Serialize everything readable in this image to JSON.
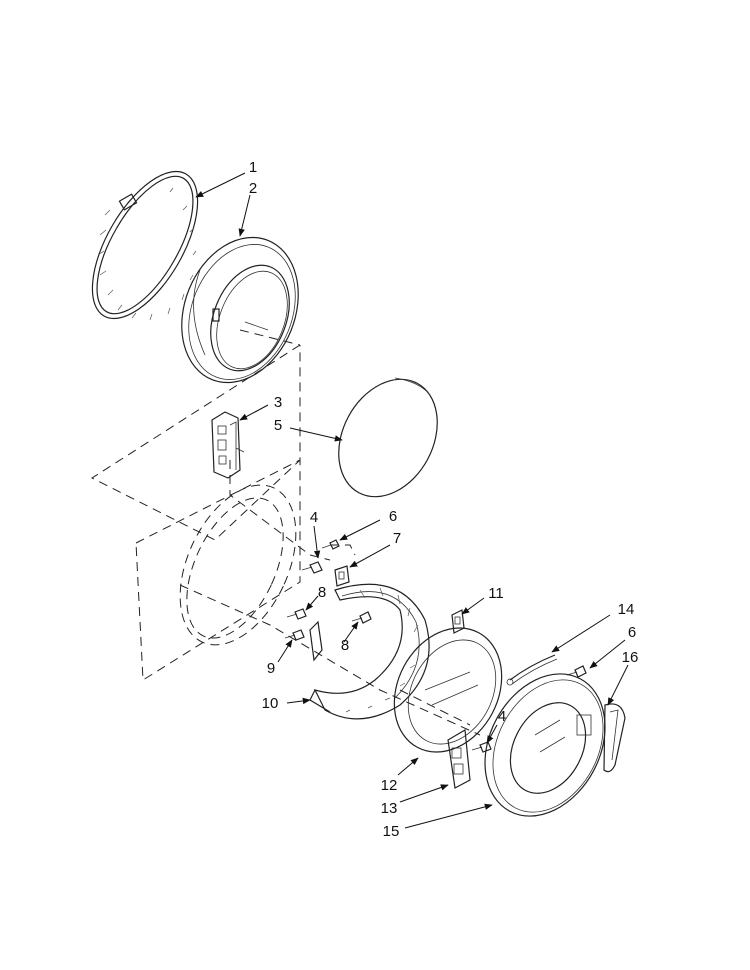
{
  "diagram": {
    "callouts": {
      "c1": "1",
      "c2": "2",
      "c3": "3",
      "c4a": "4",
      "c4b": "4",
      "c5": "5",
      "c6a": "6",
      "c6b": "6",
      "c7": "7",
      "c8a": "8",
      "c8b": "8",
      "c9": "9",
      "c10": "10",
      "c11": "11",
      "c12": "12",
      "c13": "13",
      "c14": "14",
      "c15": "15",
      "c16": "16"
    }
  }
}
